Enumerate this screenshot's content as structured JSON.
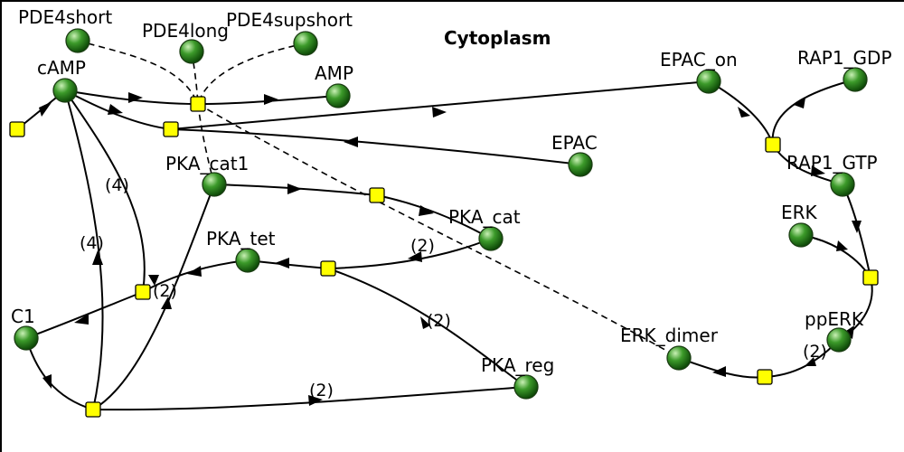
{
  "compartment": {
    "title": "Cytoplasm"
  },
  "species": {
    "pde4short": "PDE4short",
    "pde4long": "PDE4long",
    "pde4supshort": "PDE4supshort",
    "camp": "cAMP",
    "amp": "AMP",
    "epac_on": "EPAC_on",
    "rap1_gdp": "RAP1_GDP",
    "epac": "EPAC",
    "pka_cat1": "PKA_cat1",
    "rap1_gtp": "RAP1_GTP",
    "pka_cat": "PKA_cat",
    "erk": "ERK",
    "pka_tet": "PKA_tet",
    "c1": "C1",
    "pperk": "ppERK",
    "erk_dimer": "ERK_dimer",
    "pka_reg": "PKA_reg"
  },
  "stoichiometry": {
    "s1": "(4)",
    "s2": "(4)",
    "s3": "(2)",
    "s4": "(2)",
    "s5": "(2)",
    "s6": "(2)",
    "s7": "(2)"
  },
  "colors": {
    "node_highlight": "#c8f0b4",
    "node_mid": "#3c9a2a",
    "node_dark": "#0e4a08",
    "reaction_fill": "#ffff00",
    "edge": "#000000"
  }
}
